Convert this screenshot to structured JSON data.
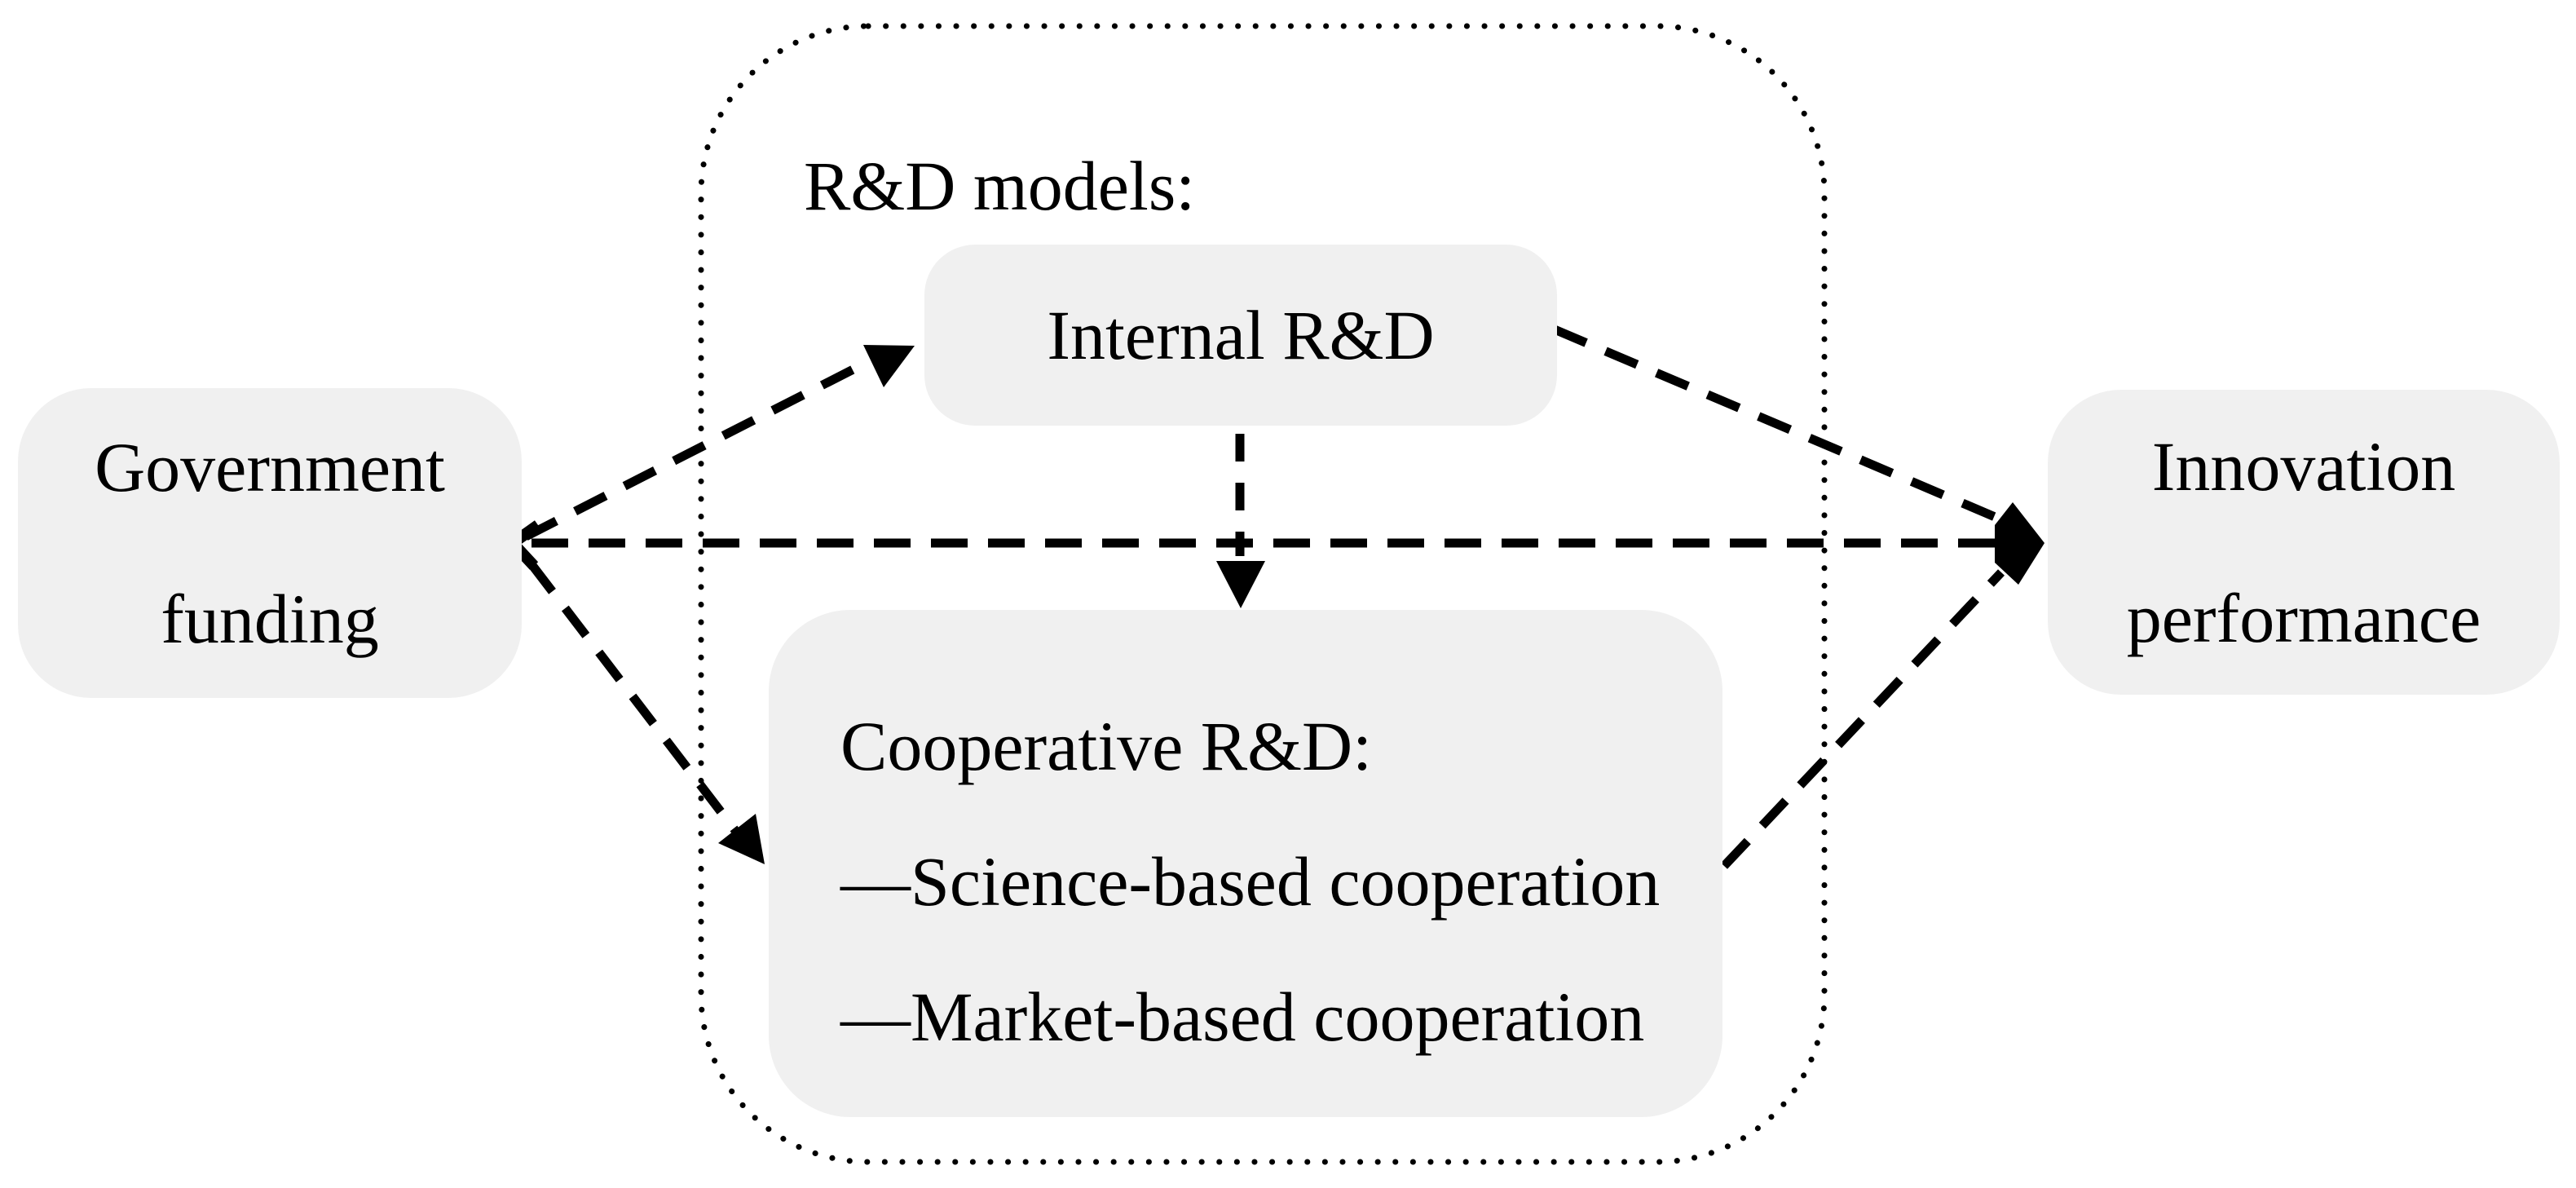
{
  "diagram": {
    "background_color": "#ffffff",
    "node_fill_color": "#f0f0f0",
    "line_color": "#000000",
    "container_label": "R&D models:",
    "nodes": {
      "government_funding": {
        "lines": [
          "Government",
          "funding"
        ]
      },
      "internal_rd": {
        "label": "Internal R&D"
      },
      "cooperative_rd": {
        "title": "Cooperative R&D:",
        "items": [
          "—Science-based cooperation",
          "—Market-based cooperation"
        ]
      },
      "innovation_performance": {
        "lines": [
          "Innovation",
          "performance"
        ]
      }
    },
    "connectors": [
      {
        "from": "government_funding",
        "to": "internal_rd",
        "style": "dashed-arrow"
      },
      {
        "from": "government_funding",
        "to": "cooperative_rd",
        "style": "dashed-arrow"
      },
      {
        "from": "government_funding",
        "to": "innovation_performance",
        "style": "dashed-line-double-headed"
      },
      {
        "from": "internal_rd",
        "to": "cooperative_rd",
        "style": "dashed-arrow"
      },
      {
        "from": "internal_rd",
        "to": "innovation_performance",
        "style": "dashed-arrow"
      },
      {
        "from": "cooperative_rd",
        "to": "innovation_performance",
        "style": "dashed-arrow"
      }
    ]
  }
}
